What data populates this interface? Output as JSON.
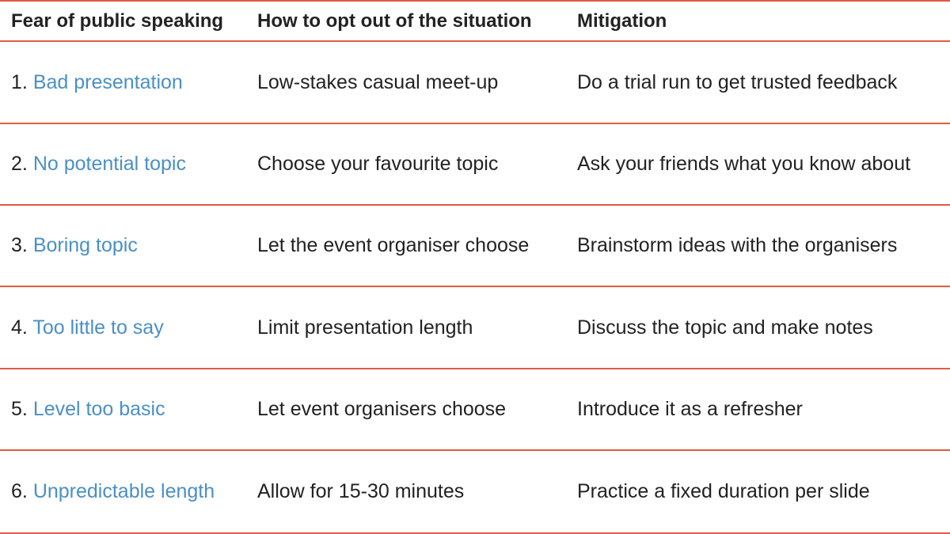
{
  "columns": {
    "fear": "Fear of public speaking",
    "opt_out": "How to opt out of the situation",
    "mitigation": "Mitigation"
  },
  "rows": [
    {
      "number": "1.",
      "fear": "Bad presentation",
      "opt_out": "Low-stakes casual meet-up",
      "mitigation": "Do a trial run to get trusted feedback"
    },
    {
      "number": "2.",
      "fear": "No potential topic",
      "opt_out": "Choose your favourite topic",
      "mitigation": "Ask your friends what you know about"
    },
    {
      "number": "3.",
      "fear": "Boring topic",
      "opt_out": "Let the event organiser choose",
      "mitigation": "Brainstorm ideas with the organisers"
    },
    {
      "number": "4.",
      "fear": "Too little to say",
      "opt_out": "Limit presentation length",
      "mitigation": "Discuss the topic and make notes"
    },
    {
      "number": "5.",
      "fear": "Level too basic",
      "opt_out": "Let event organisers choose",
      "mitigation": "Introduce it as a refresher"
    },
    {
      "number": "6.",
      "fear": "Unpredictable length",
      "opt_out": "Allow for 15-30 minutes",
      "mitigation": "Practice a fixed duration per slide"
    }
  ],
  "colors": {
    "divider": "#e05a47",
    "link": "#4a8fc7",
    "text": "#222222"
  }
}
